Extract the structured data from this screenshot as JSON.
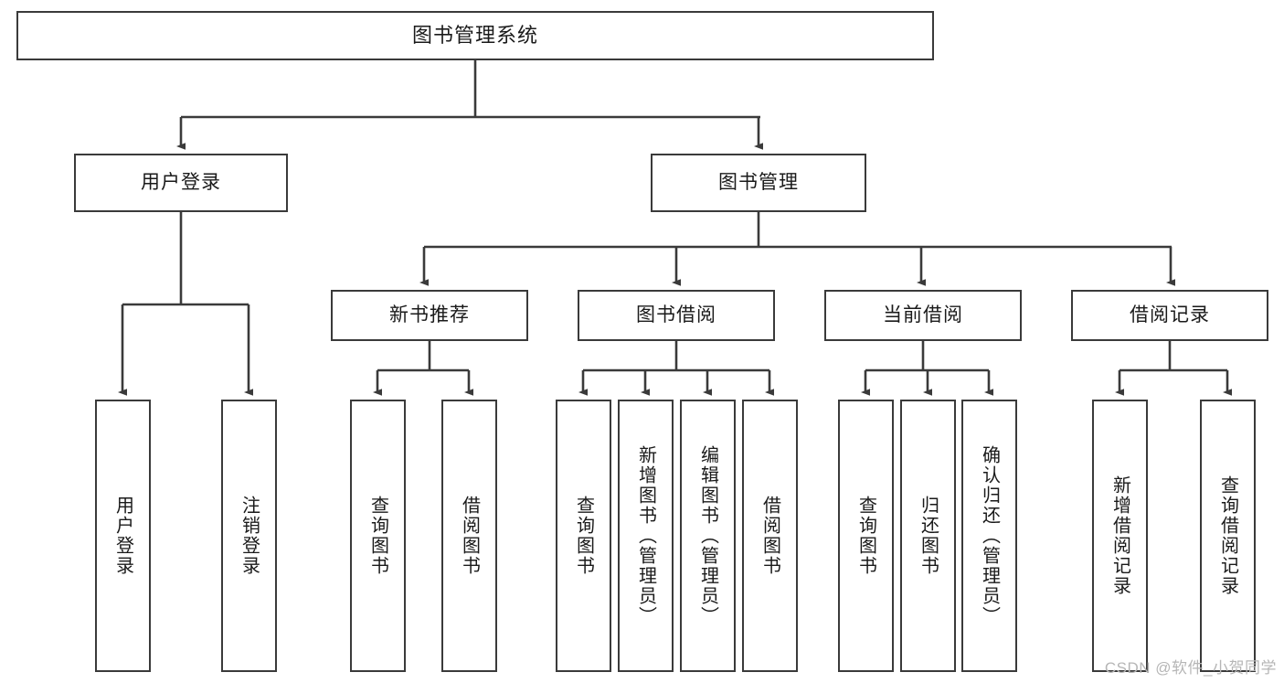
{
  "diagram": {
    "title": "图书管理系统",
    "type": "tree",
    "watermark": "CSDN @软件_小贺同学",
    "colors": {
      "box_border": "#3a3a3a",
      "box_fill": "#ffffff",
      "connector": "#3a3a3a",
      "text": "#1a1a1a",
      "watermark": "#b6b6b6"
    },
    "nodes": {
      "root": {
        "label": "图书管理系统"
      },
      "level2": [
        {
          "id": "user-login",
          "label": "用户登录"
        },
        {
          "id": "book-manage",
          "label": "图书管理"
        }
      ],
      "level3": [
        {
          "id": "new-book-rec",
          "label": "新书推荐"
        },
        {
          "id": "book-borrow",
          "label": "图书借阅"
        },
        {
          "id": "current-borrow",
          "label": "当前借阅"
        },
        {
          "id": "borrow-record",
          "label": "借阅记录"
        }
      ],
      "leaves": {
        "user-login": [
          {
            "id": "leaf-user-login",
            "label": "用户登录"
          },
          {
            "id": "leaf-user-logout",
            "label": "注销登录"
          }
        ],
        "new-book-rec": [
          {
            "id": "leaf-query-book-1",
            "label": "查询图书"
          },
          {
            "id": "leaf-borrow-book-1",
            "label": "借阅图书"
          }
        ],
        "book-borrow": [
          {
            "id": "leaf-query-book-2",
            "label": "查询图书"
          },
          {
            "id": "leaf-add-book",
            "label": "新增图书（管理员）"
          },
          {
            "id": "leaf-edit-book",
            "label": "编辑图书（管理员）"
          },
          {
            "id": "leaf-borrow-book-2",
            "label": "借阅图书"
          }
        ],
        "current-borrow": [
          {
            "id": "leaf-query-book-3",
            "label": "查询图书"
          },
          {
            "id": "leaf-return-book",
            "label": "归还图书"
          },
          {
            "id": "leaf-confirm-return",
            "label": "确认归还（管理员）"
          }
        ],
        "borrow-record": [
          {
            "id": "leaf-add-record",
            "label": "新增借阅记录"
          },
          {
            "id": "leaf-query-record",
            "label": "查询借阅记录"
          }
        ]
      }
    }
  }
}
